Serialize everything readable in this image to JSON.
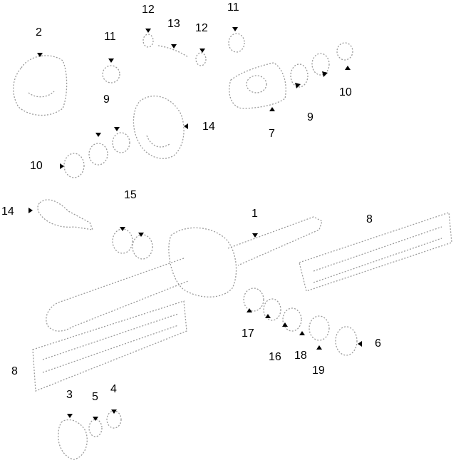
{
  "diagram": {
    "callouts": [
      {
        "id": "c-2-a",
        "text": "2"
      },
      {
        "id": "c-11-a",
        "text": "11"
      },
      {
        "id": "c-12-a",
        "text": "12"
      },
      {
        "id": "c-13-a",
        "text": "13"
      },
      {
        "id": "c-12-b",
        "text": "12"
      },
      {
        "id": "c-11-b",
        "text": "11"
      },
      {
        "id": "c-9-a",
        "text": "9"
      },
      {
        "id": "c-14-a",
        "text": "14"
      },
      {
        "id": "c-10-a",
        "text": "10"
      },
      {
        "id": "c-7-a",
        "text": "7"
      },
      {
        "id": "c-9-b",
        "text": "9"
      },
      {
        "id": "c-10-b",
        "text": "10"
      },
      {
        "id": "c-14-b",
        "text": "14"
      },
      {
        "id": "c-15-a",
        "text": "15"
      },
      {
        "id": "c-1-a",
        "text": "1"
      },
      {
        "id": "c-8-a",
        "text": "8"
      },
      {
        "id": "c-17-a",
        "text": "17"
      },
      {
        "id": "c-16-a",
        "text": "16"
      },
      {
        "id": "c-18-a",
        "text": "18"
      },
      {
        "id": "c-19-a",
        "text": "19"
      },
      {
        "id": "c-6-a",
        "text": "6"
      },
      {
        "id": "c-8-b",
        "text": "8"
      },
      {
        "id": "c-3-a",
        "text": "3"
      },
      {
        "id": "c-5-a",
        "text": "5"
      },
      {
        "id": "c-4-a",
        "text": "4"
      }
    ]
  }
}
